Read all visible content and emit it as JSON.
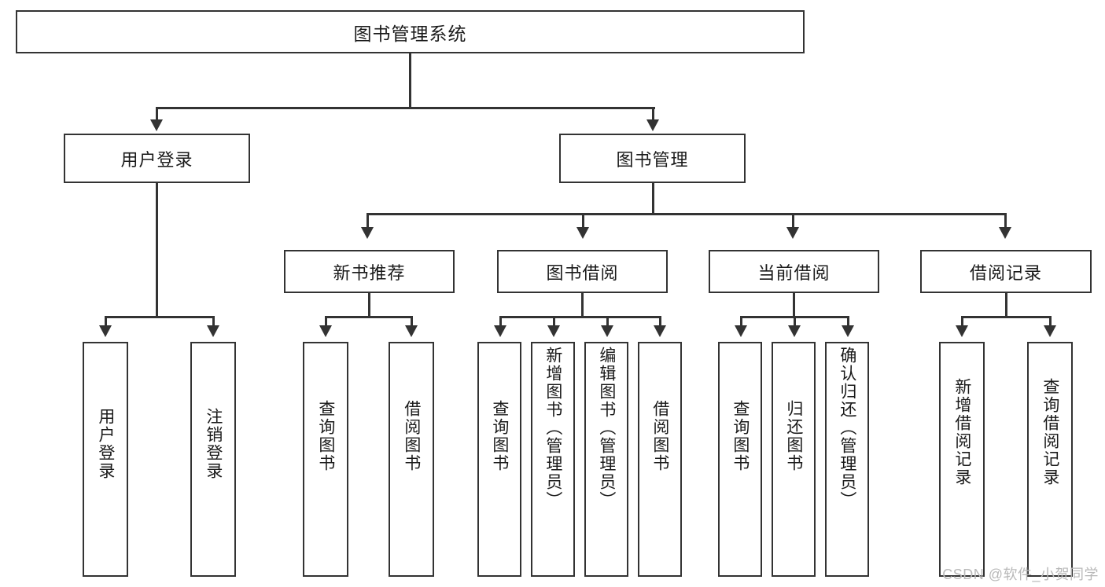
{
  "diagram": {
    "type": "tree",
    "title": "图书管理系统",
    "root": {
      "id": "root",
      "label": "图书管理系统"
    },
    "level2": [
      {
        "id": "user-login",
        "label": "用户登录"
      },
      {
        "id": "book-manage",
        "label": "图书管理"
      }
    ],
    "level3": [
      {
        "id": "new-book-recommend",
        "label": "新书推荐",
        "parent": "book-manage"
      },
      {
        "id": "book-borrow",
        "label": "图书借阅",
        "parent": "book-manage"
      },
      {
        "id": "current-borrow",
        "label": "当前借阅",
        "parent": "book-manage"
      },
      {
        "id": "borrow-record",
        "label": "借阅记录",
        "parent": "book-manage"
      }
    ],
    "leaves": [
      {
        "id": "leaf-user-login",
        "label": "用户登录",
        "parent": "user-login"
      },
      {
        "id": "leaf-logout",
        "label": "注销登录",
        "parent": "user-login"
      },
      {
        "id": "leaf-query-book-1",
        "label": "查询图书",
        "parent": "new-book-recommend"
      },
      {
        "id": "leaf-borrow-book-1",
        "label": "借阅图书",
        "parent": "new-book-recommend"
      },
      {
        "id": "leaf-query-book-2",
        "label": "查询图书",
        "parent": "book-borrow"
      },
      {
        "id": "leaf-add-book",
        "label": "新增图书（管理员）",
        "parent": "book-borrow"
      },
      {
        "id": "leaf-edit-book",
        "label": "编辑图书（管理员）",
        "parent": "book-borrow"
      },
      {
        "id": "leaf-borrow-book-2",
        "label": "借阅图书",
        "parent": "book-borrow"
      },
      {
        "id": "leaf-query-book-3",
        "label": "查询图书",
        "parent": "current-borrow"
      },
      {
        "id": "leaf-return-book",
        "label": "归还图书",
        "parent": "current-borrow"
      },
      {
        "id": "leaf-confirm-return",
        "label": "确认归还（管理员）",
        "parent": "current-borrow"
      },
      {
        "id": "leaf-add-record",
        "label": "新增借阅记录",
        "parent": "borrow-record"
      },
      {
        "id": "leaf-query-record",
        "label": "查询借阅记录",
        "parent": "borrow-record"
      }
    ],
    "colors": {
      "stroke": "#333333",
      "fill": "#ffffff",
      "text": "#1a1a1a",
      "watermark": "#b9b9b9"
    }
  },
  "watermark": {
    "text": "CSDN @软件_小贺同学"
  }
}
